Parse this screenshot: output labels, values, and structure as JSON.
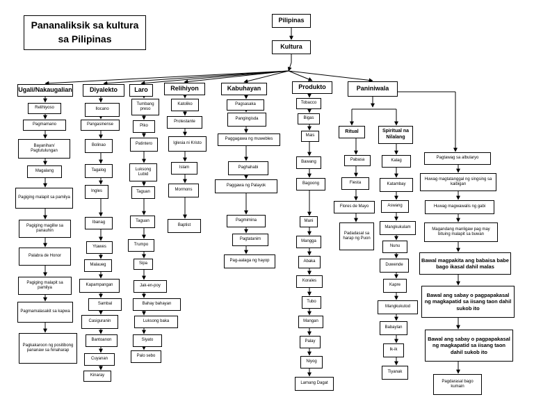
{
  "title": "Pananaliksik sa kultura sa Pilipinas",
  "root": "Pilipinas",
  "kultura": "Kultura",
  "categories": [
    {
      "label": "Ugali/Nakaugalian",
      "items": [
        "Relihiyoso",
        "Pagmamano",
        "Bayanihan/ Pagtutulungan",
        "Magalang",
        "Pagiging malapit sa pamilya",
        "Pagiging magiliw sa panauhin",
        "Palabra de Honor",
        "Pagiging malapit sa pamilya",
        "Pagmamalasakit sa kapwa",
        "Pagkakaroon ng positibong pananaw sa hinaharap"
      ]
    },
    {
      "label": "Diyalekto",
      "items": [
        "Ilocano",
        "Pangasinense",
        "Bolinao",
        "Tagalog",
        "Ingles",
        "Ibanag",
        "Ytawes",
        "Malaueg",
        "Kapampangan",
        "Sambal",
        "Casiguranin",
        "Bantoanon",
        "Cuyanan",
        "Kinaray"
      ]
    },
    {
      "label": "Laro",
      "items": [
        "Tumbang preso",
        "Piko",
        "Patintero",
        "Luksong Lubid",
        "Taguan",
        "Taguan",
        "Trumpo",
        "Sipa",
        "Jak-en-poy",
        "Bahay bahayan",
        "Luksong baka",
        "Siyato",
        "Palo sebo"
      ]
    },
    {
      "label": "Relihiyon",
      "items": [
        "Katoliko",
        "Protestante",
        "Iglesia ni Kristo",
        "Islam",
        "Mormons",
        "Baptist"
      ]
    },
    {
      "label": "Kabuhayan",
      "items": [
        "Pagsasaka",
        "Pangingisda",
        "Paggagawa ng muwebles",
        "Paghahabi",
        "Paggawa ng Palayok",
        "Pagmimina",
        "Pagtatanim",
        "Pag-aalaga ng hayop"
      ]
    },
    {
      "label": "Produkto",
      "items": [
        "Tobacco",
        "Bigas",
        "Mais",
        "Bawang",
        "Bagoong",
        "Mani",
        "Mangga",
        "Abaka",
        "Korales",
        "Tubo",
        "Mangan",
        "Palay",
        "Niyog",
        "Lamang Dagat"
      ]
    },
    {
      "label": "Paniniwala",
      "subgroups": [
        {
          "label": "Ritual",
          "items": [
            "Pabasa",
            "Fiesta",
            "Flores de Mayo",
            "Padadasal sa harap ng Puon"
          ]
        },
        {
          "label": "Spiritual na Nilalang",
          "items": [
            "Kalag",
            "Katambay",
            "Aswang",
            "Mangkukulam",
            "Nunu",
            "Duwende",
            "Kapre",
            "Mangkukutod",
            "Babaylan",
            "Ik-ik",
            "Tiyanak"
          ]
        }
      ],
      "items": [
        "Pagtawag sa albularyo",
        "Huwag magtatanggal ng singsing sa kaibigan",
        "Huwag magwawalis ng gabi",
        "Magandang manligaw pag may bituing malapit sa buwan",
        "Bawal magpakita ang babaisa babe bago ikasal dahil malas",
        "Bawal ang sabay o pagpapakasal ng magkapatid sa iisang taon dahil sukob ito",
        "Bawal ang sabay o pagpapakasal ng magkapatid sa iisang taon dahil sukob ito",
        "Pagdarasal bago kumain"
      ]
    }
  ]
}
